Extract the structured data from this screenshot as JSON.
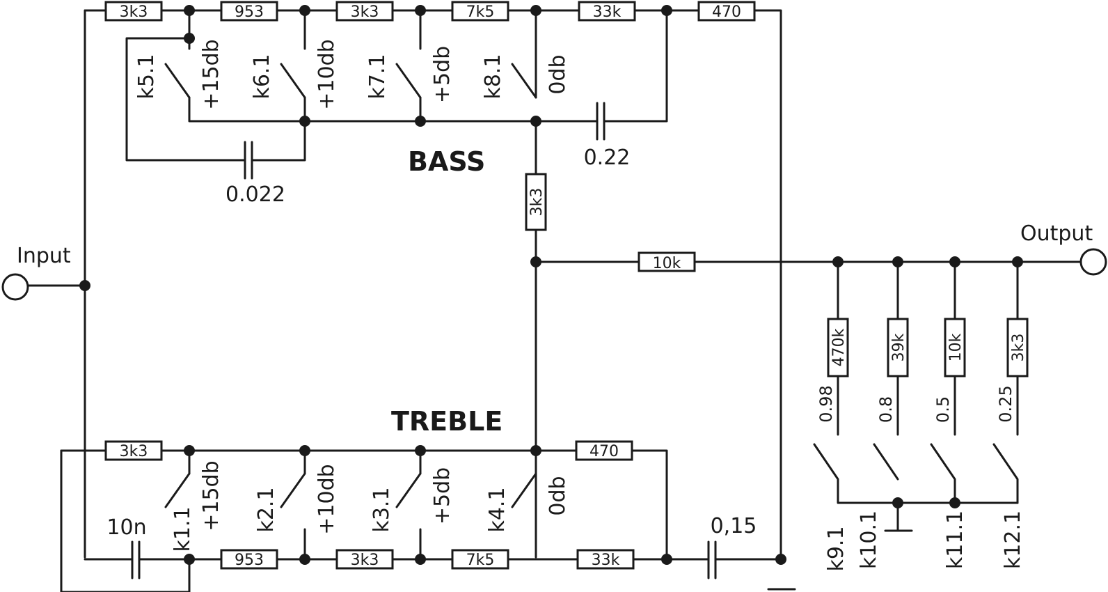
{
  "labels": {
    "input": "Input",
    "output": "Output",
    "bass": "BASS",
    "treble": "TREBLE"
  },
  "bass": {
    "resistors": [
      "3k3",
      "953",
      "3k3",
      "7k5",
      "33k",
      "470"
    ],
    "switches": [
      "k5.1",
      "k6.1",
      "k7.1",
      "k8.1"
    ],
    "gains": [
      "+15db",
      "+10db",
      "+5db",
      "0db"
    ],
    "cap_low": "0.022",
    "cap_high": "0.22",
    "r_vertical": "3k3"
  },
  "mid": {
    "r_series": "10k"
  },
  "treble": {
    "resistors_top": [
      "3k3",
      "470"
    ],
    "resistors_bottom": [
      "953",
      "3k3",
      "7k5",
      "33k"
    ],
    "switches": [
      "k1.1",
      "k2.1",
      "k3.1",
      "k4.1"
    ],
    "gains": [
      "+15db",
      "+10db",
      "+5db",
      "0db"
    ],
    "cap_left": "10n",
    "cap_right": "0,15"
  },
  "output_stage": {
    "resistors": [
      "470k",
      "39k",
      "10k",
      "3k3"
    ],
    "taps": [
      "0.98",
      "0.8",
      "0.5",
      "0.25"
    ],
    "switches": [
      "k9.1",
      "k10.1",
      "k11.1",
      "k12.1"
    ]
  },
  "colors": {
    "ink": "#1a1a1a",
    "background": "#ffffff"
  }
}
